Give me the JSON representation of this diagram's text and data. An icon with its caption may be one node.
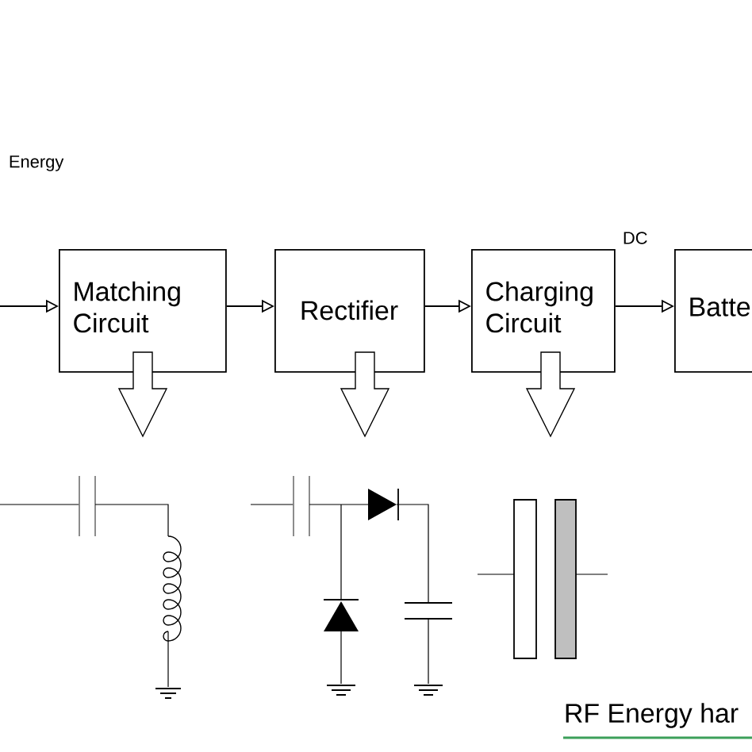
{
  "diagram": {
    "caption": "RF Energy har",
    "nodes": [
      {
        "text": [
          "Matching Circuit"
        ]
      },
      {
        "text": [
          "Rectifier"
        ]
      },
      {
        "text": [
          "Charging Circuit"
        ]
      },
      {
        "text": [
          "Batte"
        ]
      }
    ],
    "edges": [
      {
        "from": null,
        "to": 0,
        "arrow": "to"
      },
      {
        "from": 0,
        "to": 1,
        "arrow": "to"
      },
      {
        "from": 1,
        "to": 2,
        "arrow": "to"
      },
      {
        "from": 2,
        "to": 3,
        "arrow": "to"
      },
      {
        "from": 0,
        "to": null,
        "arrow": "to",
        "style": "thick"
      },
      {
        "from": 1,
        "to": null,
        "arrow": "to",
        "style": "thick"
      },
      {
        "from": 2,
        "to": null,
        "arrow": "to",
        "style": "thick"
      }
    ],
    "labels": [
      "Energy",
      "DC"
    ]
  }
}
